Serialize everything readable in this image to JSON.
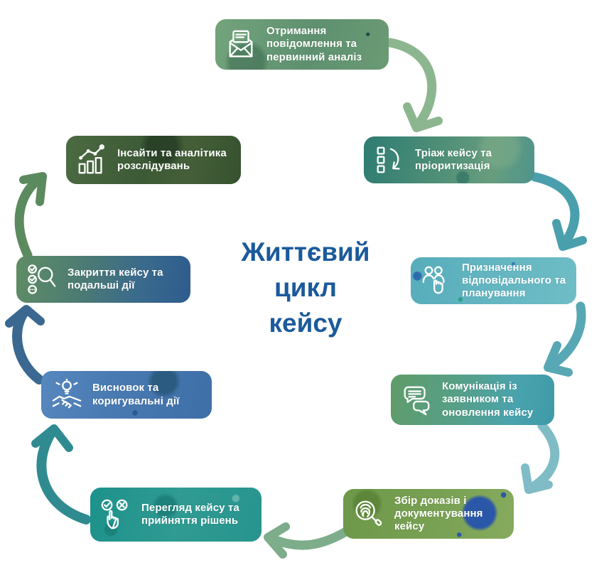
{
  "title": {
    "full": "Життєвий цикл кейсу",
    "line1": "Життєвий",
    "line2": "цикл",
    "line3": "кейсу",
    "color": "#1b5a9b"
  },
  "steps": [
    {
      "label": "Отримання повідомлення та первинний аналіз",
      "icon": "envelope-icon",
      "color_from": "#74a47c",
      "color_to": "#5e9070"
    },
    {
      "label": "Тріаж кейсу та пріоритизація",
      "icon": "triage-list-icon",
      "color_from": "#2e7c72",
      "color_to": "#4e948c"
    },
    {
      "label": "Призначення відповідального та планування",
      "icon": "assign-user-icon",
      "color_from": "#57adbb",
      "color_to": "#6ebdc6"
    },
    {
      "label": "Комунікація із заявником та оновлення кейсу",
      "icon": "chat-bubbles-icon",
      "color_from": "#5f9c68",
      "color_to": "#3f9aa8"
    },
    {
      "label": "Збір доказів і документування кейсу",
      "icon": "fingerprint-search-icon",
      "color_from": "#6d9749",
      "color_to": "#87ab5e",
      "accent_blob": "#2b57a8"
    },
    {
      "label": "Перегляд кейсу та прийняття рішень",
      "icon": "decision-hand-icon",
      "color_from": "#1d918b",
      "color_to": "#27948e"
    },
    {
      "label": "Висновок та коригувальні дії",
      "icon": "handshake-idea-icon",
      "color_from": "#5687bd",
      "color_to": "#3f6fa7"
    },
    {
      "label": "Закриття кейсу та подальші дії",
      "icon": "closure-search-icon",
      "color_from": "#5f8d64",
      "color_to": "#2d5c8e"
    },
    {
      "label": "Інсайти та аналітика розслідувань",
      "icon": "insights-chart-icon",
      "color_from": "#4b6b42",
      "color_to": "#36512f"
    }
  ],
  "arrows": [
    {
      "from": 1,
      "to": 2,
      "color": "#8cb68f"
    },
    {
      "from": 2,
      "to": 3,
      "color": "#4a9fad"
    },
    {
      "from": 3,
      "to": 4,
      "color": "#57a8b4"
    },
    {
      "from": 4,
      "to": 5,
      "color": "#7fbcc6"
    },
    {
      "from": 5,
      "to": 6,
      "color": "#7dad8b"
    },
    {
      "from": 6,
      "to": 7,
      "color": "#2f8b90"
    },
    {
      "from": 7,
      "to": 8,
      "color": "#3a6890"
    },
    {
      "from": 8,
      "to": 9,
      "color": "#5b8a5e"
    }
  ]
}
